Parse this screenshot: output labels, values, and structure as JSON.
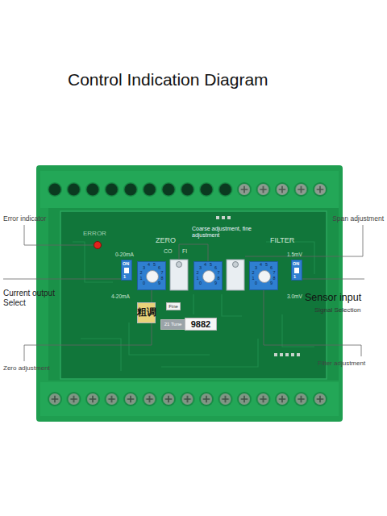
{
  "diagram": {
    "title": "Control Indication Diagram",
    "nodes": [
      {
        "text": [
          "ON",
          "1"
        ]
      },
      {
        "text": [
          "0",
          "1",
          "2",
          "3",
          "4",
          "5",
          "6",
          "7",
          "8",
          "9"
        ]
      },
      {
        "text": [
          "0",
          "1",
          "2",
          "3",
          "4",
          "5",
          "6",
          "7",
          "8",
          "9"
        ]
      },
      {
        "text": [
          "0",
          "1",
          "2",
          "3",
          "4",
          "5",
          "6",
          "7",
          "8",
          "9"
        ]
      },
      {
        "text": [
          "ON",
          "1"
        ]
      },
      {
        "text": [
          "粗调"
        ]
      },
      {
        "text": [
          "Fine"
        ]
      },
      {
        "text": [
          "21 Tune"
        ]
      },
      {
        "text": [
          "9882"
        ]
      }
    ],
    "labels": [
      "Error indicator",
      "Span adjustment",
      "Coarse adjustment, fine adjustment",
      "ERROR",
      "ZERO",
      "CO",
      "FI",
      "FILTER",
      "0-20mA",
      "1.5mV",
      "Current output Select",
      "Sensor input",
      "Signal Selection",
      "4-20mA",
      "3.0mV",
      "Zero adjustment",
      "Filter adjustment"
    ]
  }
}
